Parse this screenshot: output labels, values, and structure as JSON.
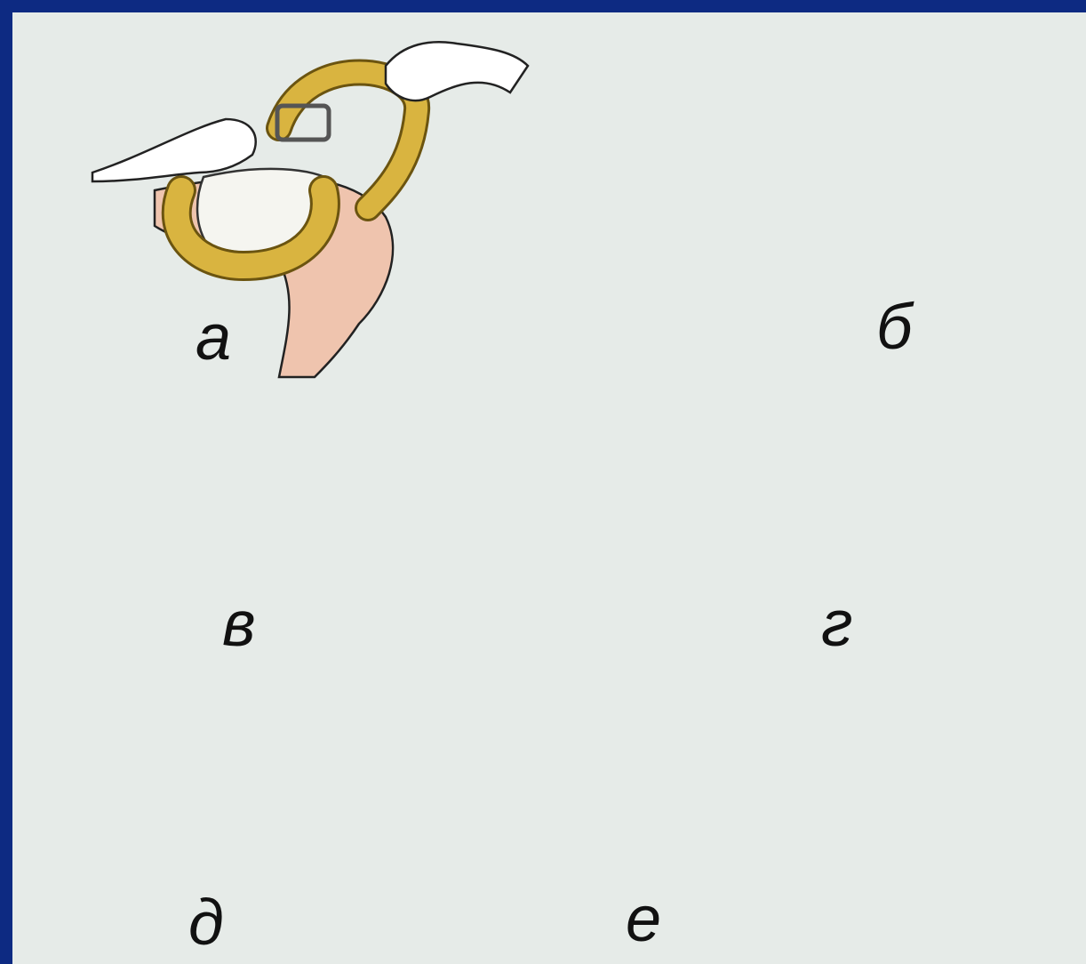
{
  "colors": {
    "frame": "#0d2a82",
    "background": "#e6ebe8",
    "strap": "#d9b440",
    "strap_dark": "#b08f22",
    "skin": "#efc4ae",
    "pad": "#f5f5f0",
    "arrow": "#e0344b"
  },
  "panels": [
    {
      "id": "a",
      "label": "а"
    },
    {
      "id": "b",
      "label": "б"
    },
    {
      "id": "v",
      "label": "в"
    },
    {
      "id": "g",
      "label": "г"
    },
    {
      "id": "d",
      "label": "д"
    },
    {
      "id": "e",
      "label": "е"
    }
  ]
}
